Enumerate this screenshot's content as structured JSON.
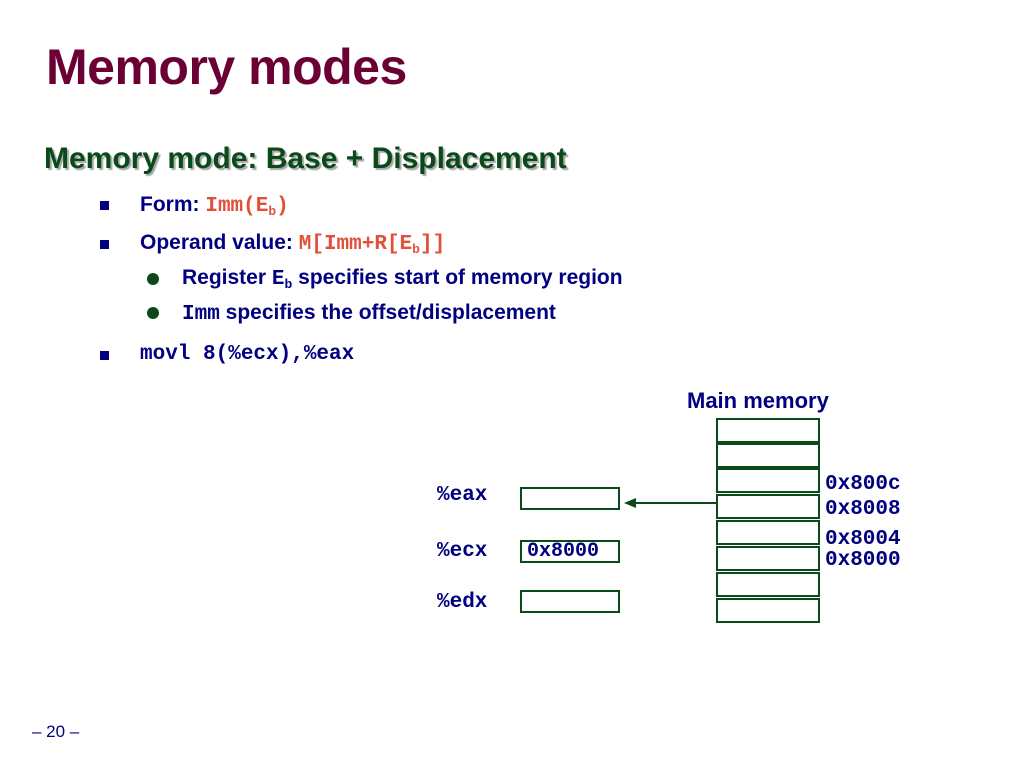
{
  "slide": {
    "title": "Memory modes",
    "subtitle": "Memory mode: Base + Displacement",
    "page_label": "– 20 –"
  },
  "bullets": {
    "form_label": "Form:",
    "form_code": "Imm(E",
    "form_sub": "b",
    "form_close": ")",
    "operand_label": "Operand value:",
    "operand_code": "M[Imm+R[E",
    "operand_sub": "b",
    "operand_close": "]]",
    "sub1_pre": "Register",
    "sub1_code": "E",
    "sub1_sub": "b",
    "sub1_post": "specifies start of memory region",
    "sub2_code": "Imm",
    "sub2_post": "specifies the offset/displacement",
    "example": "movl 8(%ecx),%eax"
  },
  "diagram": {
    "memory_title": "Main memory",
    "registers": [
      {
        "name": "%eax",
        "value": ""
      },
      {
        "name": "%ecx",
        "value": "0x8000"
      },
      {
        "name": "%edx",
        "value": ""
      }
    ],
    "addresses": [
      "0x800c",
      "0x8008",
      "0x8004",
      "0x8000"
    ],
    "memory_cells": 8
  }
}
